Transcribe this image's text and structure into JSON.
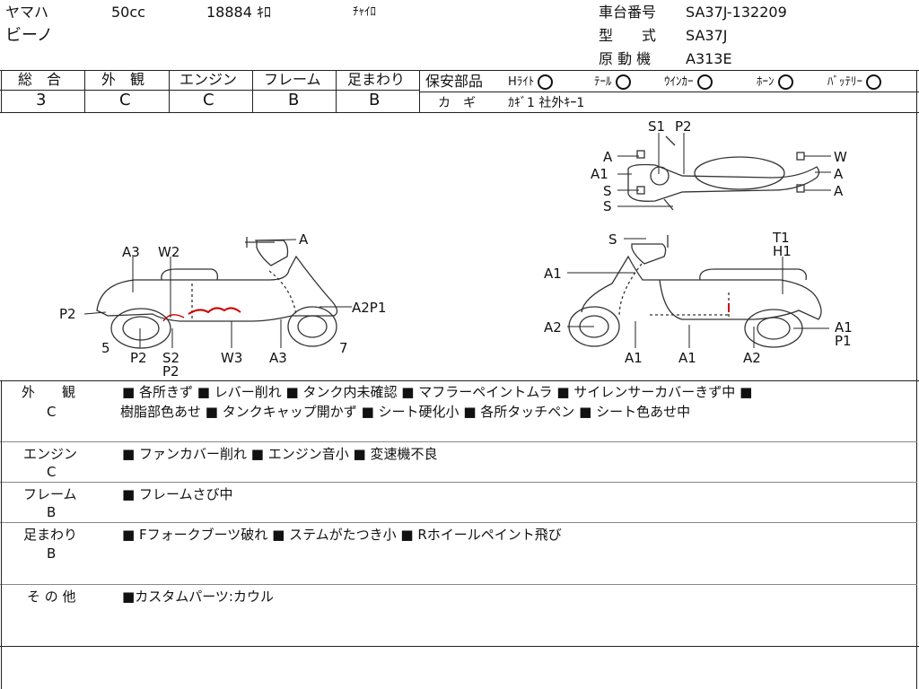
{
  "header": {
    "maker": "ヤマハ",
    "displacement": "50cc",
    "mileage": "18884 ｷﾛ",
    "color": "ﾁｬｲﾛ",
    "model_name": "ビーノ",
    "frame_no_label": "車台番号",
    "frame_no": "SA37J-132209",
    "type_label": "型　　式",
    "type": "SA37J",
    "engine_label": "原 動 機",
    "engine": "A313E"
  },
  "grades": {
    "headers": [
      "総　合",
      "外　観",
      "エンジン",
      "フレーム",
      "足まわり"
    ],
    "values": [
      "3",
      "C",
      "C",
      "B",
      "B"
    ]
  },
  "safety": {
    "label": "保安部品",
    "items": [
      "Hﾗｲﾄ",
      "ﾃｰﾙ",
      "ｳｲﾝｶｰ",
      "ﾎｰﾝ",
      "ﾊﾞｯﾃﾘｰ"
    ],
    "key_label": "カ　ギ",
    "key_value": "ｶｷﾞ1 社外ｷｰ1"
  },
  "diagram": {
    "left_labels": [
      "A",
      "A3",
      "W2",
      "P2",
      "A2P1",
      "5",
      "7",
      "P2",
      "S2",
      "P2",
      "W3",
      "A3"
    ],
    "right_top_labels": [
      "S1",
      "P2",
      "A",
      "A1",
      "S",
      "S",
      "W",
      "A",
      "A"
    ],
    "right_side_labels": [
      "S",
      "T1",
      "H1",
      "A1",
      "A2",
      "A1",
      "P1",
      "A1",
      "A1",
      "A2"
    ]
  },
  "remarks": [
    {
      "category": "外　　観",
      "grade": "C",
      "items": [
        "各所きず",
        "レバー削れ",
        "タンク内未確認",
        "マフラーペイントムラ",
        "サイレンサーカバーきず中"
      ],
      "items2": [
        "樹脂部色あせ",
        "タンクキャップ開かず",
        "シート硬化小",
        "各所タッチペン",
        "シート色あせ中"
      ]
    },
    {
      "category": "エンジン",
      "grade": "C",
      "items": [
        "ファンカバー削れ",
        "エンジン音小",
        "変速機不良"
      ]
    },
    {
      "category": "フレーム",
      "grade": "B",
      "items": [
        "フレームさび中"
      ]
    },
    {
      "category": "足まわり",
      "grade": "B",
      "items": [
        "Fフォークブーツ破れ",
        "ステムがたつき小",
        "Rホイールペイント飛び"
      ]
    },
    {
      "category": "そ の 他",
      "grade": "",
      "items": [
        "カスタムパーツ:カウル"
      ]
    }
  ]
}
